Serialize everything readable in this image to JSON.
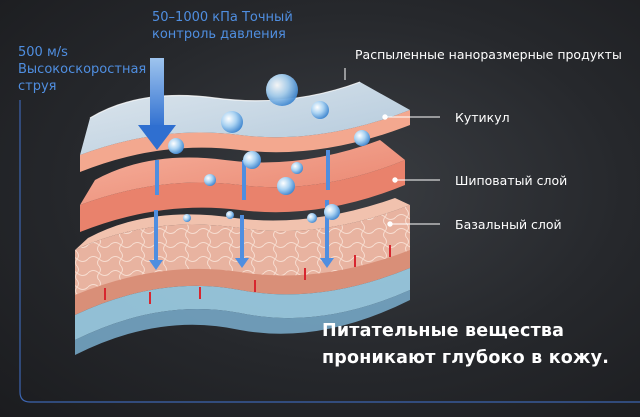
{
  "labels": {
    "pressure": "50–1000 кПа Точный\nконтроль давления",
    "speed": "500 м/s\nВысокоскоростная\nструя",
    "nano": "Распыленные наноразмерные продукты",
    "cuticle": "Кутикул",
    "spinous": "Шиповатый слой",
    "basal": "Базальный слой"
  },
  "headline": "Питательные вещества\nпроникают глубоко в кожу.",
  "colors": {
    "accent_blue": "#4f8ee0",
    "cuticle_top": "#c9dcea",
    "spinous": "#f0907a",
    "basal": "#e6a58f",
    "background": "#26282c"
  }
}
